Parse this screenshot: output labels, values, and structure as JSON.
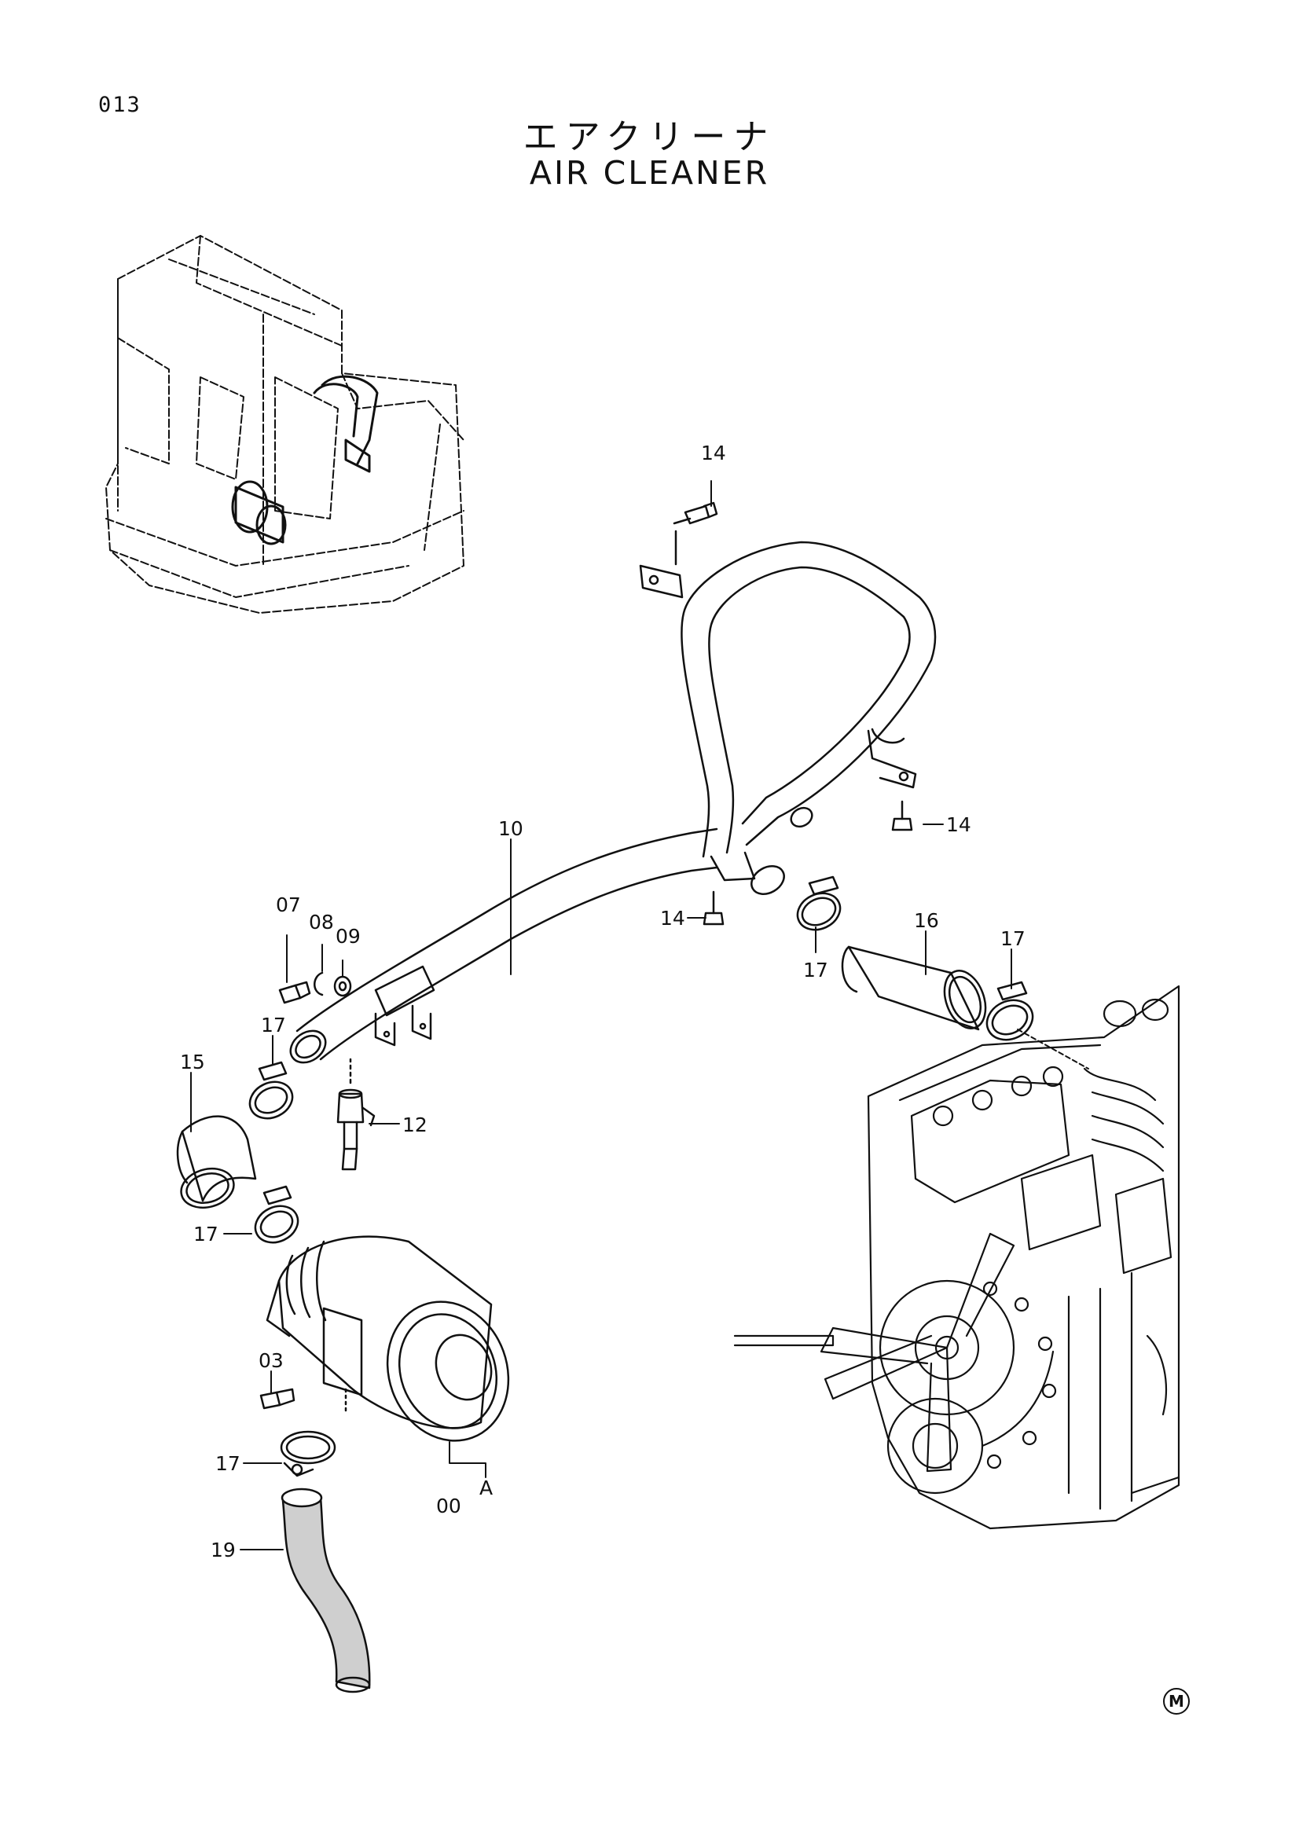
{
  "page_number": "013",
  "title_jp": "エアクリーナ",
  "title_en": "AIR CLEANER",
  "mark": "M",
  "callouts": {
    "c14a": "14",
    "c14b": "14",
    "c14c": "14",
    "c10": "10",
    "c16": "16",
    "c17a": "17",
    "c17b": "17",
    "c17c": "17",
    "c17d": "17",
    "c17e": "17",
    "c07": "07",
    "c08": "08",
    "c09": "09",
    "c15": "15",
    "c12": "12",
    "c03": "03",
    "c00": "00",
    "cA": "A",
    "c19": "19"
  }
}
